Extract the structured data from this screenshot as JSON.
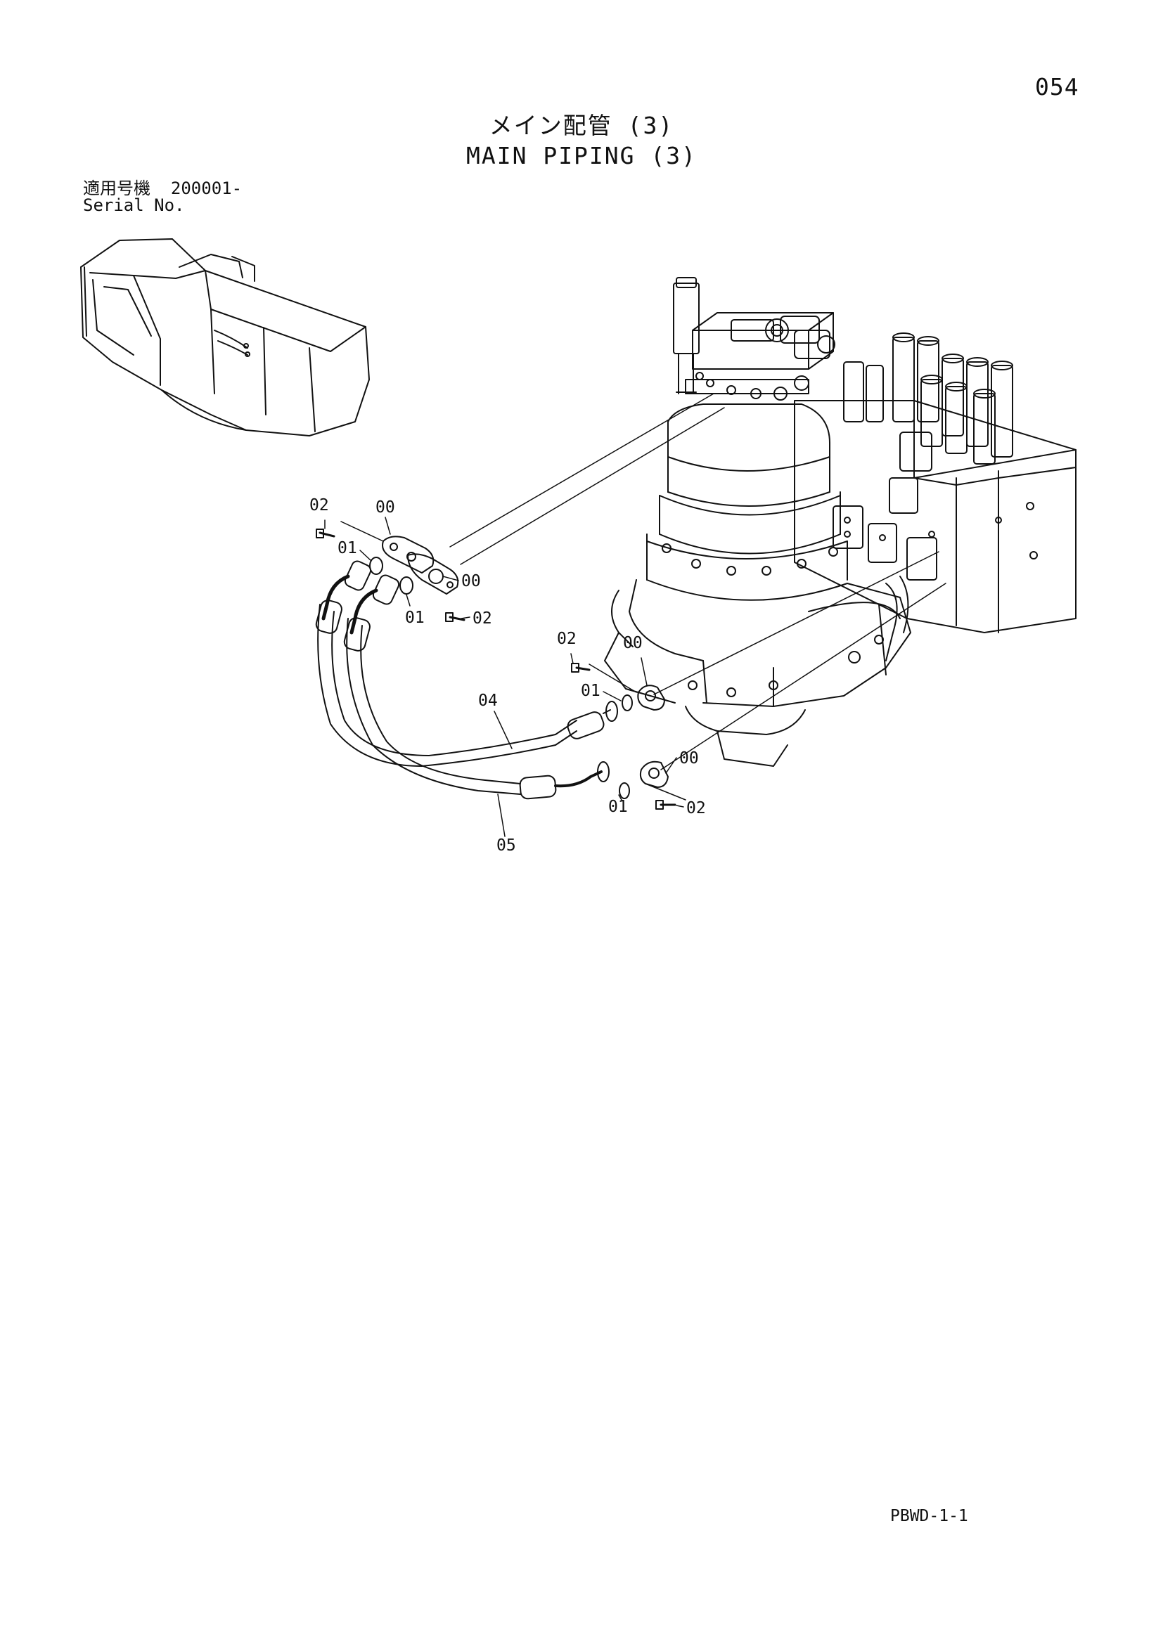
{
  "page": {
    "number": "054",
    "code": "PBWD-1-1"
  },
  "title": {
    "jp": "メイン配管 (3)",
    "en": "MAIN PIPING (3)"
  },
  "serial": {
    "label_jp": "適用号機",
    "value": "200001-",
    "label_en": "Serial No."
  },
  "callouts": {
    "c1": "02",
    "c2": "00",
    "c3": "01",
    "c4": "00",
    "c5": "01",
    "c6": "02",
    "c7": "02",
    "c8": "00",
    "c9": "01",
    "c10": "04",
    "c11": "00",
    "c12": "01",
    "c13": "02",
    "c14": "05"
  },
  "colors": {
    "ink": "#111111",
    "paper": "#ffffff"
  }
}
